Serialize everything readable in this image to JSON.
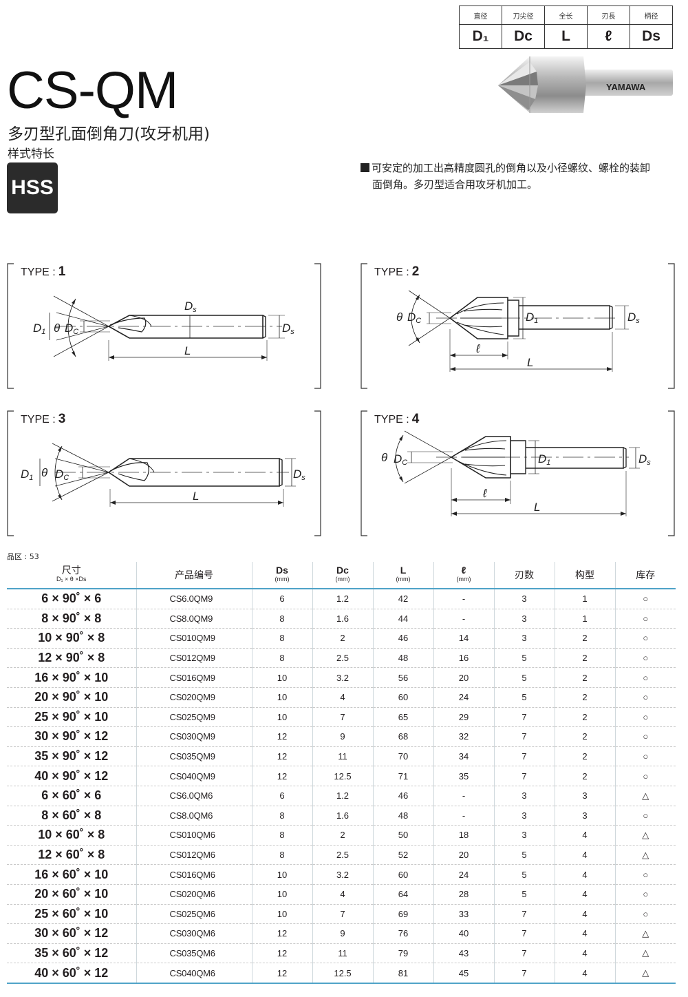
{
  "spec_header": {
    "labels": [
      "直径",
      "刀尖径",
      "全长",
      "刃長",
      "柄径"
    ],
    "symbols": [
      "D₁",
      "Dc",
      "L",
      "ℓ",
      "Ds"
    ]
  },
  "title": "CS-QM",
  "subtitle": "多刃型孔面倒角刀(攻牙机用)",
  "features_label": "样式特长",
  "material_badge": "HSS",
  "description_line1": "可安定的加工出高精度圆孔的倒角以及小径螺纹、螺栓的装卸",
  "description_line2": "面倒角。多刃型适合用攻牙机加工。",
  "tool_brand": "YAMAWA",
  "types": [
    {
      "prefix": "TYPE :",
      "num": "1"
    },
    {
      "prefix": "TYPE :",
      "num": "2"
    },
    {
      "prefix": "TYPE :",
      "num": "3"
    },
    {
      "prefix": "TYPE :",
      "num": "4"
    }
  ],
  "dim_labels": {
    "D": "D",
    "one": "1",
    "theta": "θ",
    "Dc": "D",
    "c": "C",
    "Ds": "D",
    "s": "s",
    "L": "L",
    "ell": "ℓ"
  },
  "pin_label": "品区 : 53",
  "table": {
    "headers": {
      "size": "尺寸",
      "size_sub": "D₁ × θ ×Ds",
      "code": "产品编号",
      "ds": "Ds",
      "dc": "Dc",
      "l": "L",
      "ell": "ℓ",
      "unit": "(mm)",
      "flutes": "刃数",
      "type": "构型",
      "stock": "库存"
    },
    "rows": [
      [
        "6 × 90˚ × 6",
        "CS6.0QM9",
        "6",
        "1.2",
        "42",
        "-",
        "3",
        "1",
        "○"
      ],
      [
        "8 × 90˚ × 8",
        "CS8.0QM9",
        "8",
        "1.6",
        "44",
        "-",
        "3",
        "1",
        "○"
      ],
      [
        "10 × 90˚ × 8",
        "CS010QM9",
        "8",
        "2",
        "46",
        "14",
        "3",
        "2",
        "○"
      ],
      [
        "12 × 90˚ × 8",
        "CS012QM9",
        "8",
        "2.5",
        "48",
        "16",
        "5",
        "2",
        "○"
      ],
      [
        "16 × 90˚ × 10",
        "CS016QM9",
        "10",
        "3.2",
        "56",
        "20",
        "5",
        "2",
        "○"
      ],
      [
        "20 × 90˚ × 10",
        "CS020QM9",
        "10",
        "4",
        "60",
        "24",
        "5",
        "2",
        "○"
      ],
      [
        "25 × 90˚ × 10",
        "CS025QM9",
        "10",
        "7",
        "65",
        "29",
        "7",
        "2",
        "○"
      ],
      [
        "30 × 90˚ × 12",
        "CS030QM9",
        "12",
        "9",
        "68",
        "32",
        "7",
        "2",
        "○"
      ],
      [
        "35 × 90˚ × 12",
        "CS035QM9",
        "12",
        "11",
        "70",
        "34",
        "7",
        "2",
        "○"
      ],
      [
        "40 × 90˚ × 12",
        "CS040QM9",
        "12",
        "12.5",
        "71",
        "35",
        "7",
        "2",
        "○"
      ],
      [
        "6 × 60˚ × 6",
        "CS6.0QM6",
        "6",
        "1.2",
        "46",
        "-",
        "3",
        "3",
        "△"
      ],
      [
        "8 × 60˚ × 8",
        "CS8.0QM6",
        "8",
        "1.6",
        "48",
        "-",
        "3",
        "3",
        "○"
      ],
      [
        "10 × 60˚ × 8",
        "CS010QM6",
        "8",
        "2",
        "50",
        "18",
        "3",
        "4",
        "△"
      ],
      [
        "12 × 60˚ × 8",
        "CS012QM6",
        "8",
        "2.5",
        "52",
        "20",
        "5",
        "4",
        "△"
      ],
      [
        "16 × 60˚ × 10",
        "CS016QM6",
        "10",
        "3.2",
        "60",
        "24",
        "5",
        "4",
        "○"
      ],
      [
        "20 × 60˚ × 10",
        "CS020QM6",
        "10",
        "4",
        "64",
        "28",
        "5",
        "4",
        "○"
      ],
      [
        "25 × 60˚ × 10",
        "CS025QM6",
        "10",
        "7",
        "69",
        "33",
        "7",
        "4",
        "○"
      ],
      [
        "30 × 60˚ × 12",
        "CS030QM6",
        "12",
        "9",
        "76",
        "40",
        "7",
        "4",
        "△"
      ],
      [
        "35 × 60˚ × 12",
        "CS035QM6",
        "12",
        "11",
        "79",
        "43",
        "7",
        "4",
        "△"
      ],
      [
        "40 × 60˚ × 12",
        "CS040QM6",
        "12",
        "12.5",
        "81",
        "45",
        "7",
        "4",
        "△"
      ]
    ]
  }
}
